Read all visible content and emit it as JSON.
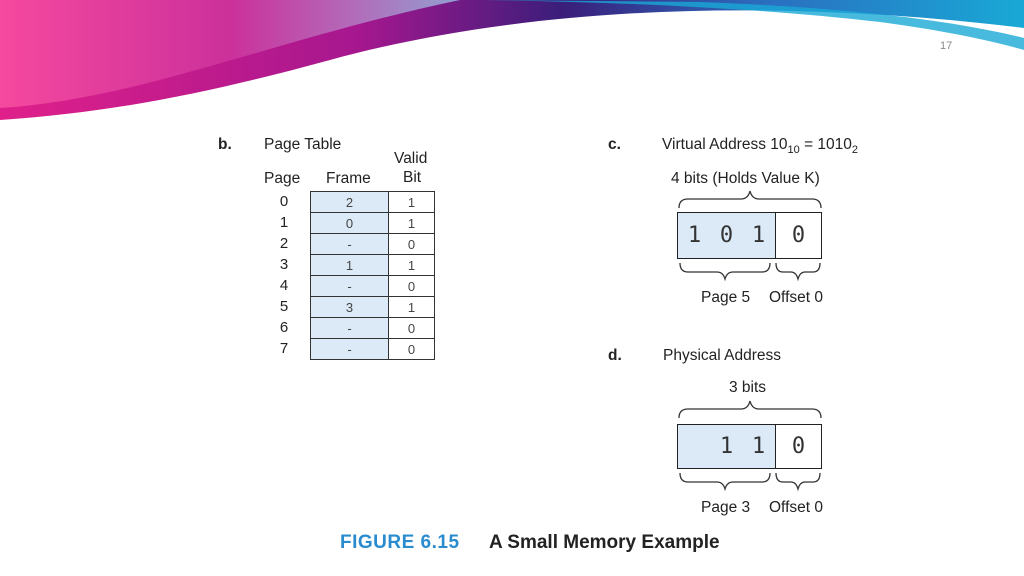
{
  "slide_number": "17",
  "panel_b": {
    "letter": "b.",
    "title": "Page Table",
    "col_page": "Page",
    "col_frame": "Frame",
    "col_valid_1": "Valid",
    "col_valid_2": "Bit",
    "rows": [
      {
        "page": "0",
        "frame": "2",
        "valid": "1"
      },
      {
        "page": "1",
        "frame": "0",
        "valid": "1"
      },
      {
        "page": "2",
        "frame": "-",
        "valid": "0"
      },
      {
        "page": "3",
        "frame": "1",
        "valid": "1"
      },
      {
        "page": "4",
        "frame": "-",
        "valid": "0"
      },
      {
        "page": "5",
        "frame": "3",
        "valid": "1"
      },
      {
        "page": "6",
        "frame": "-",
        "valid": "0"
      },
      {
        "page": "7",
        "frame": "-",
        "valid": "0"
      }
    ]
  },
  "panel_c": {
    "letter": "c.",
    "title_prefix": "Virtual Address 10",
    "title_sub1": "10",
    "title_mid": " = 1010",
    "title_sub2": "2",
    "brace_label": "4 bits (Holds Value K)",
    "page_bits": [
      "1",
      "0",
      "1"
    ],
    "offset_bit": "0",
    "page_label": "Page 5",
    "offset_label": "Offset 0"
  },
  "panel_d": {
    "letter": "d.",
    "title": "Physical Address",
    "brace_label": "3 bits",
    "page_bits": [
      "",
      "1",
      "1"
    ],
    "offset_bit": "0",
    "page_label": "Page 3",
    "offset_label": "Offset 0"
  },
  "caption": {
    "label": "FIGURE 6.15",
    "text": "A Small Memory Example"
  },
  "colors": {
    "cell_fill": "#dceaf7",
    "caption_blue": "#2a8ccf",
    "banner_magenta": "#e0208a",
    "banner_cyan": "#19a9d6"
  }
}
